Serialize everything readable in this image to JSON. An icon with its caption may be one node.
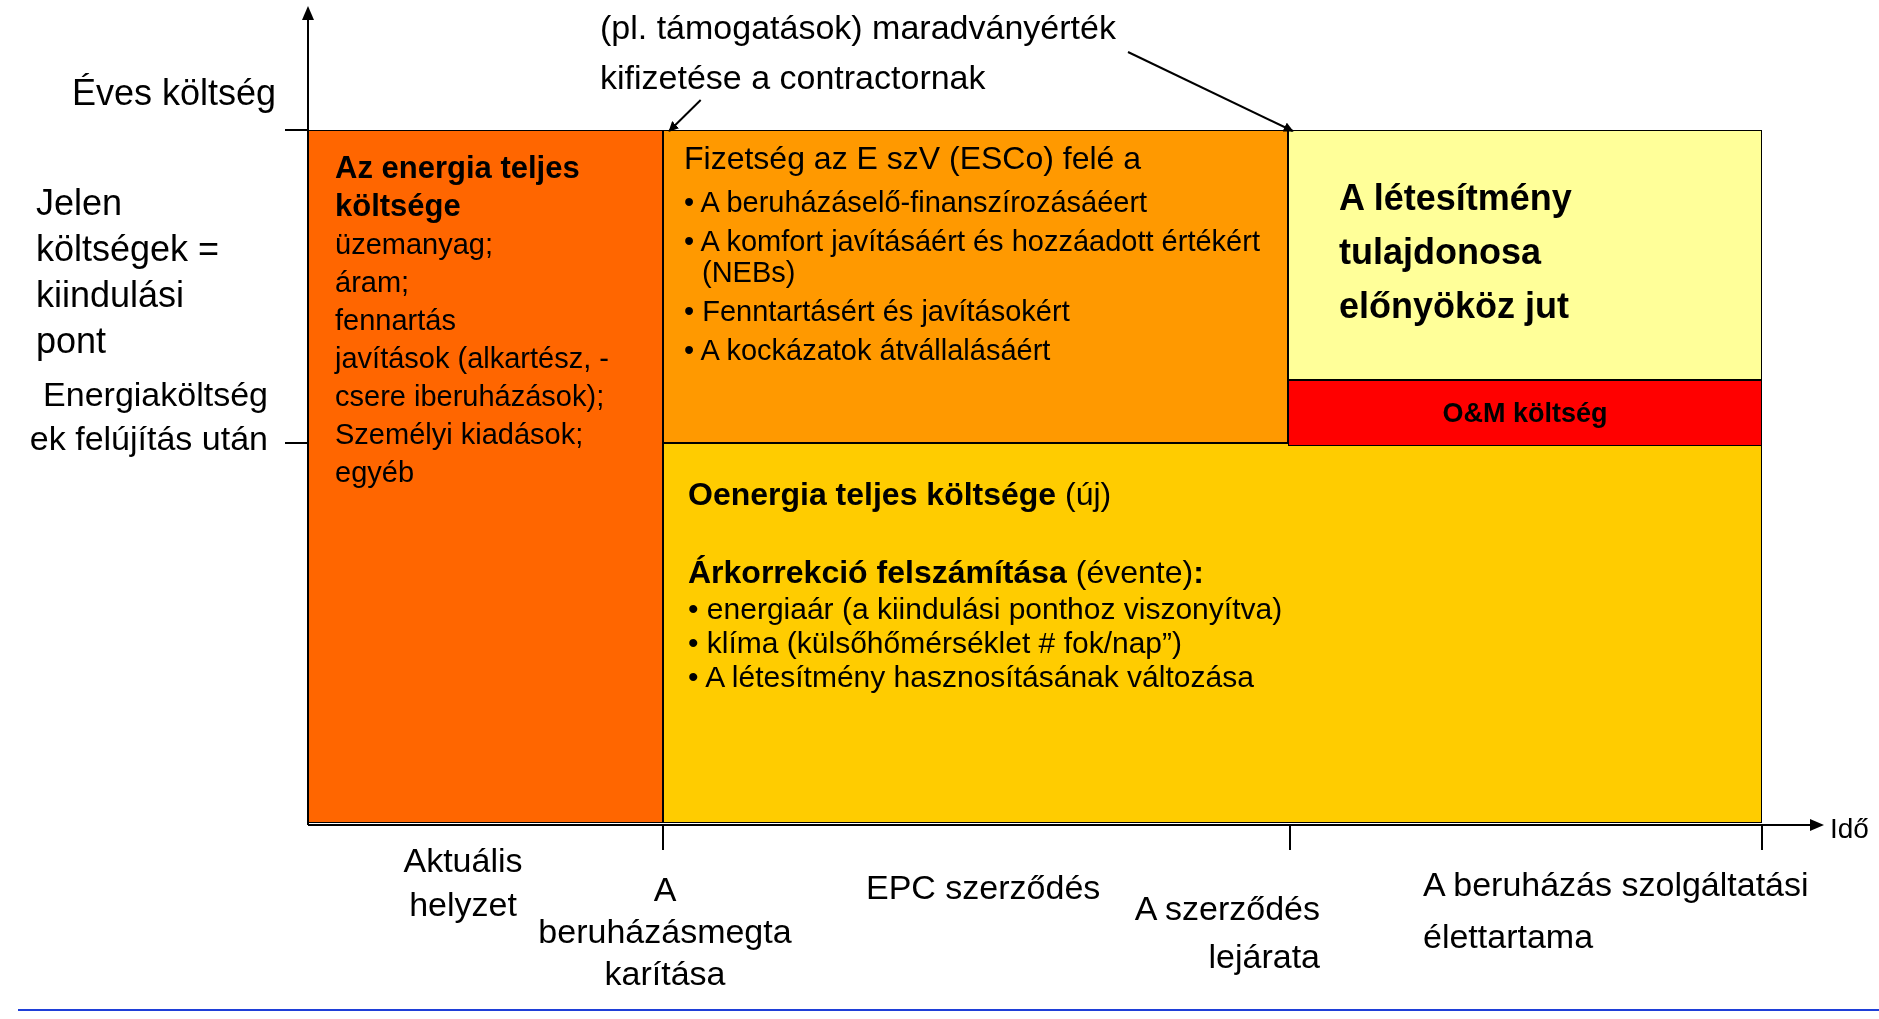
{
  "diagram": {
    "nodes": [
      {
        "text": [
          "(pl. támogatások) maradványérték kifizetése a contractornak"
        ]
      },
      {
        "text": [
          "Az energia teljes költsége",
          "üzemanyag;",
          "áram;",
          "fennartás",
          "javítások (alkartész, -csere iberuházások);",
          "Személyi kiadások;",
          "egyéb"
        ]
      },
      {
        "text": [
          "Fizetség az E szV (ESCo) felé a",
          "• A beruházáselő-finanszírozásáéert",
          "• A komfort javításáért és hozzáadott értékért (NEBs)",
          "• Fenntartásért és javításokért",
          "• A kockázatok átvállalásáért"
        ]
      },
      {
        "text": [
          "**Oenergia teljes költsége** (új)",
          "**Árkorrekció felszámítása** (évente)**:**",
          "• energiaár (a kiindulási ponthoz viszonyítva)",
          "• klíma (külsőhőmérséklet # fok/nap”)",
          "• A létesítmény hasznosításának változása"
        ]
      },
      {
        "text": [
          "A létesítmény tulajdonosa előnyököz jut"
        ]
      },
      {
        "text": [
          "O&M költség"
        ]
      }
    ],
    "edges": [
      {
        "from": 0,
        "to": 2,
        "arrow": "to"
      },
      {
        "from": 0,
        "to": 4,
        "arrow": "to"
      }
    ],
    "labels": [
      "Éves költség",
      "Jelen költségek = kiindulási pont",
      "Energiaköltség ek felújítás után",
      "Idő",
      "Aktuális helyzet",
      "A beruházásmegta karítása",
      "EPC szerződés",
      "A szerződés lejárata",
      "A beruházás szolgáltatási élettartama"
    ]
  }
}
